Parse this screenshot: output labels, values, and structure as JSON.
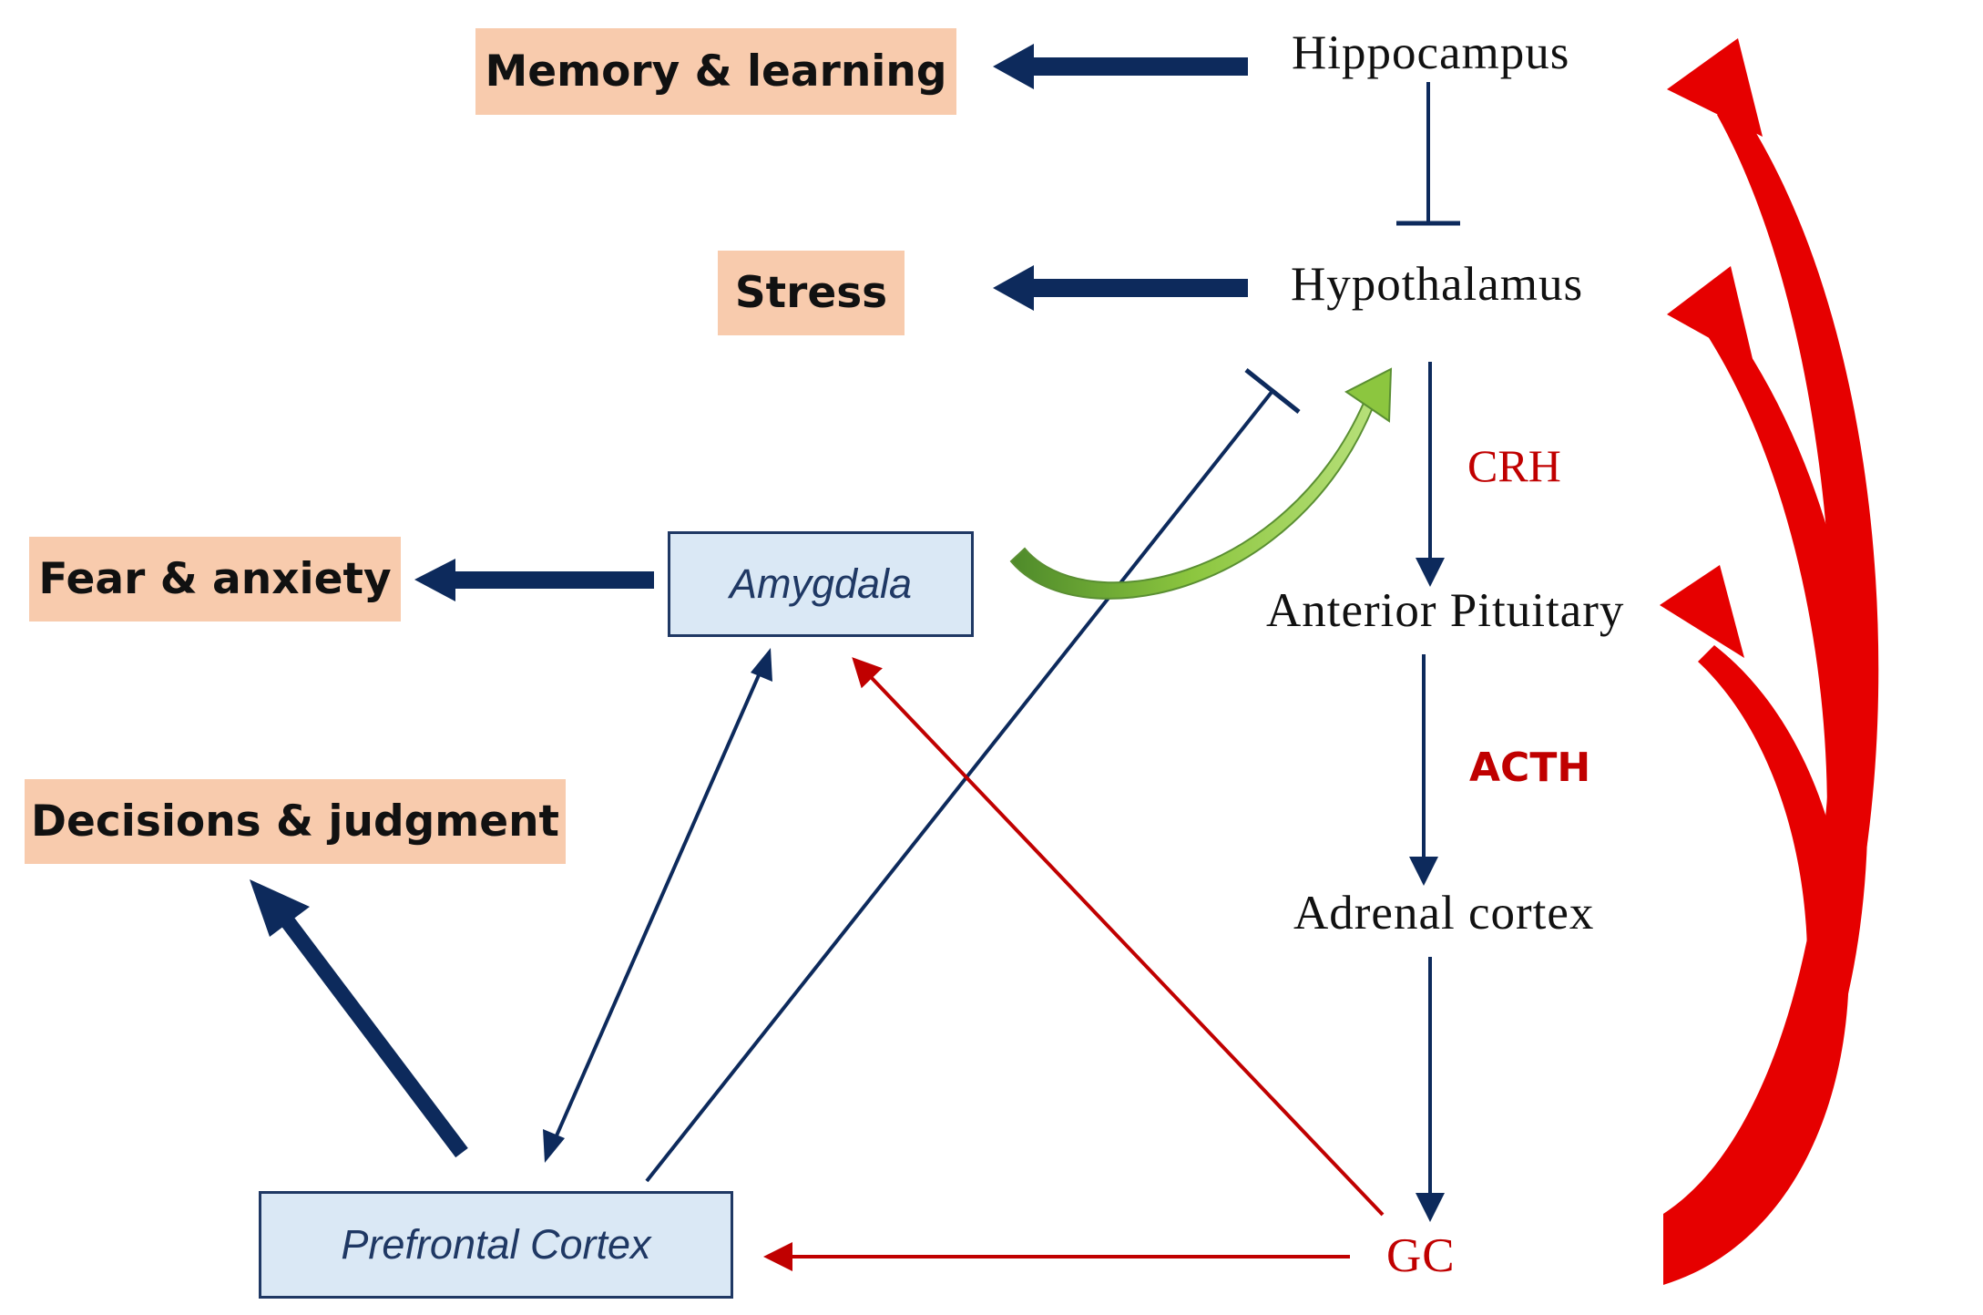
{
  "outcomes": {
    "memory": "Memory & learning",
    "stress": "Stress",
    "fear": "Fear & anxiety",
    "decisions": "Decisions & judgment"
  },
  "regions": {
    "amygdala": "Amygdala",
    "prefrontal": "Prefrontal Cortex"
  },
  "hpa_axis": {
    "hippocampus": "Hippocampus",
    "hypothalamus": "Hypothalamus",
    "anterior_pituitary": "Anterior Pituitary",
    "adrenal_cortex": "Adrenal cortex",
    "gc": "GC"
  },
  "hormones": {
    "crh": "CRH",
    "acth": "ACTH"
  },
  "colors": {
    "navy": "#0d2a5c",
    "dark_red": "#c00000",
    "bright_red": "#e60000",
    "green": "#70ad47",
    "outcome_fill": "#f8cbad",
    "region_fill": "#dae8f5"
  }
}
